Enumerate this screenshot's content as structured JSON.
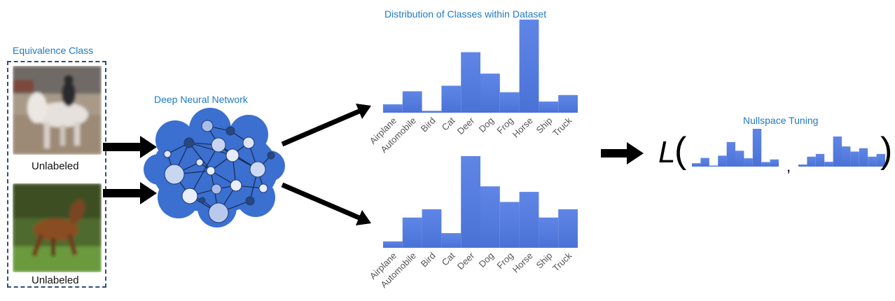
{
  "equivalence_class": {
    "title": "Equivalence Class",
    "images": [
      {
        "label": "Unlabeled",
        "depicts": "horse-rider-photo"
      },
      {
        "label": "Unlabeled",
        "depicts": "running-horse-photo"
      }
    ]
  },
  "network": {
    "title": "Deep Neural Network"
  },
  "distribution": {
    "title": "Distribution of Classes within Dataset"
  },
  "nullspace": {
    "title": "Nullspace Tuning",
    "loss_symbol": "L",
    "open_paren": "(",
    "separator": ",",
    "close_paren": ")"
  },
  "colors": {
    "bar": "#4a72d6",
    "bar_light": "#5f86e6",
    "label_blue": "#1f7ac4",
    "arrow": "#000000",
    "cloud": "#3b6fd0"
  },
  "chart_data": [
    {
      "type": "bar",
      "categories": [
        "Airplane",
        "Automobile",
        "Bird",
        "Cat",
        "Deer",
        "Dog",
        "Frog",
        "Horse",
        "Ship",
        "Truck"
      ],
      "values": [
        9,
        23,
        2,
        29,
        65,
        42,
        22,
        100,
        12,
        19
      ],
      "ylim": [
        0,
        100
      ]
    },
    {
      "type": "bar",
      "categories": [
        "Airplane",
        "Automobile",
        "Bird",
        "Cat",
        "Deer",
        "Dog",
        "Frog",
        "Horse",
        "Ship",
        "Truck"
      ],
      "values": [
        7,
        33,
        42,
        16,
        100,
        67,
        50,
        61,
        33,
        42
      ],
      "ylim": [
        0,
        100
      ]
    }
  ]
}
